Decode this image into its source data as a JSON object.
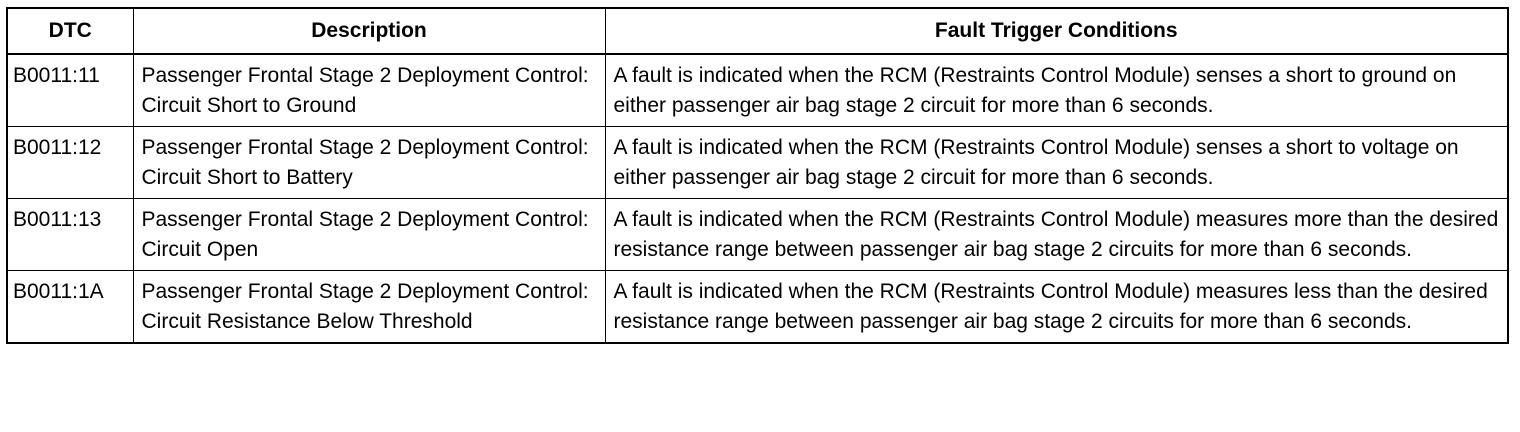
{
  "table": {
    "headers": [
      "DTC",
      "Description",
      "Fault Trigger Conditions"
    ],
    "rows": [
      {
        "dtc": "B0011:11",
        "description": "Passenger Frontal Stage 2 Deployment Control: Circuit Short to Ground",
        "conditions": "A fault is indicated when the RCM (Restraints Control Module) senses a short to ground on either passenger air bag stage 2 circuit for more than 6 seconds."
      },
      {
        "dtc": "B0011:12",
        "description": "Passenger Frontal Stage 2 Deployment Control: Circuit Short to Battery",
        "conditions": "A fault is indicated when the RCM (Restraints Control Module) senses a short to voltage on either passenger air bag stage 2 circuit for more than 6 seconds."
      },
      {
        "dtc": "B0011:13",
        "description": "Passenger Frontal Stage 2 Deployment Control: Circuit Open",
        "conditions": "A fault is indicated when the RCM (Restraints Control Module) measures more than the desired resistance range between passenger air bag stage 2 circuits for more than 6 seconds."
      },
      {
        "dtc": "B0011:1A",
        "description": "Passenger Frontal Stage 2 Deployment Control: Circuit Resistance Below Threshold",
        "conditions": "A fault is indicated when the RCM (Restraints Control Module) measures less than the desired resistance range between passenger air bag stage 2 circuits for more than 6 seconds."
      }
    ]
  }
}
